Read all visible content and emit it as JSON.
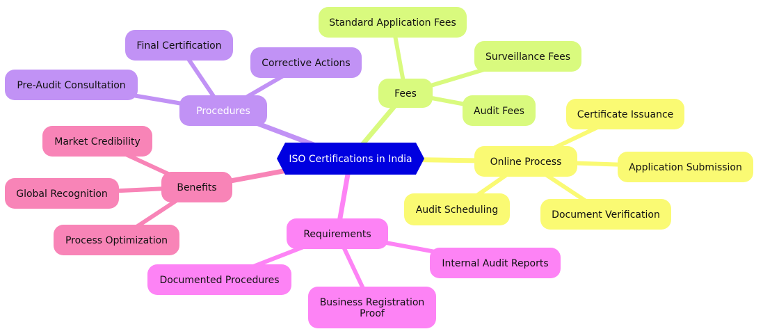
{
  "root": {
    "label": "ISO Certifications in India",
    "fill": "#0000e0",
    "text_color": "#ffffff"
  },
  "branches": [
    {
      "label": "Fees",
      "fill": "#d9fa7e",
      "line_color": "#d9fa7e",
      "text_color": "#111111",
      "children": [
        {
          "label": "Standard Application Fees"
        },
        {
          "label": "Surveillance Fees"
        },
        {
          "label": "Audit Fees"
        }
      ]
    },
    {
      "label": "Online Process",
      "fill": "#fafa73",
      "line_color": "#fafa73",
      "text_color": "#111111",
      "children": [
        {
          "label": "Certificate Issuance"
        },
        {
          "label": "Application Submission"
        },
        {
          "label": "Document Verification"
        },
        {
          "label": "Audit Scheduling"
        }
      ]
    },
    {
      "label": "Requirements",
      "fill": "#fd83f5",
      "line_color": "#fd83f5",
      "text_color": "#111111",
      "children": [
        {
          "label": "Internal Audit Reports"
        },
        {
          "label": "Business Registration Proof"
        },
        {
          "label": "Documented Procedures"
        }
      ]
    },
    {
      "label": "Benefits",
      "fill": "#f884b7",
      "line_color": "#f884b7",
      "text_color": "#111111",
      "children": [
        {
          "label": "Market Credibility"
        },
        {
          "label": "Global Recognition"
        },
        {
          "label": "Process Optimization"
        }
      ]
    },
    {
      "label": "Procedures",
      "fill": "#c192f5",
      "line_color": "#c192f5",
      "text_color": "#ffffff",
      "children": [
        {
          "label": "Final Certification"
        },
        {
          "label": "Corrective Actions"
        },
        {
          "label": "Pre-Audit Consultation"
        }
      ]
    }
  ]
}
